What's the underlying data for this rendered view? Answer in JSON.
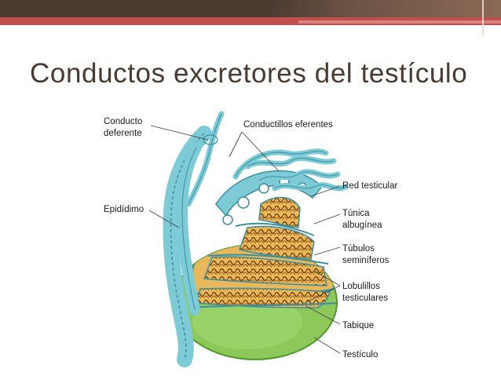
{
  "slide": {
    "title": "Conductos excretores del testículo"
  },
  "diagram": {
    "labels": {
      "conducto_deferente_1": "Conducto",
      "conducto_deferente_2": "deferente",
      "conductillos_eferentes": "Conductillos eferentes",
      "red_testicular": "Red testicular",
      "epididimo": "Epidídimo",
      "tunica_1": "Túnica",
      "tunica_2": "albugínea",
      "tubulos_1": "Túbulos",
      "tubulos_2": "seminíferos",
      "lobulillos_1": "Lobulillos",
      "lobulillos_2": "testiculares",
      "tabique": "Tabique",
      "testiculo": "Testículo"
    },
    "colors": {
      "duct": "#7ccbd6",
      "duct_outline": "#3d8fa0",
      "testis": "#8cc95a",
      "testis_dark": "#4f9a2c",
      "tubules": "#c8882e",
      "tubules_dark": "#7a4710",
      "lobule_bg": "#e8b85a"
    }
  }
}
